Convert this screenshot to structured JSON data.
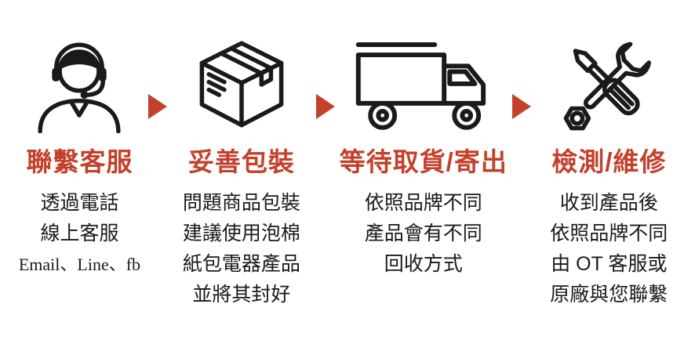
{
  "colors": {
    "accent": "#C5402B",
    "ink": "#1A1A1A",
    "background": "#FFFFFF"
  },
  "icons": {
    "step_separator": "right-triangle-arrow",
    "step_icons": [
      "support-agent-headset",
      "package-box",
      "delivery-truck",
      "crossed-wrench-screwdriver"
    ]
  },
  "steps": [
    {
      "title": "聯繫客服",
      "icon": "support-agent-headset",
      "lines": [
        "透過電話",
        "線上客服",
        "Email、Line、fb"
      ]
    },
    {
      "title": "妥善包裝",
      "icon": "package-box",
      "lines": [
        "問題商品包裝",
        "建議使用泡棉",
        "紙包電器產品",
        "並將其封好"
      ]
    },
    {
      "title": "等待取貨/寄出",
      "icon": "delivery-truck",
      "lines": [
        "依照品牌不同",
        "產品會有不同",
        "回收方式"
      ]
    },
    {
      "title": "檢測/維修",
      "icon": "crossed-wrench-screwdriver",
      "lines": [
        "收到產品後",
        "依照品牌不同",
        "由 OT 客服或",
        "原廠與您聯繫"
      ]
    }
  ]
}
